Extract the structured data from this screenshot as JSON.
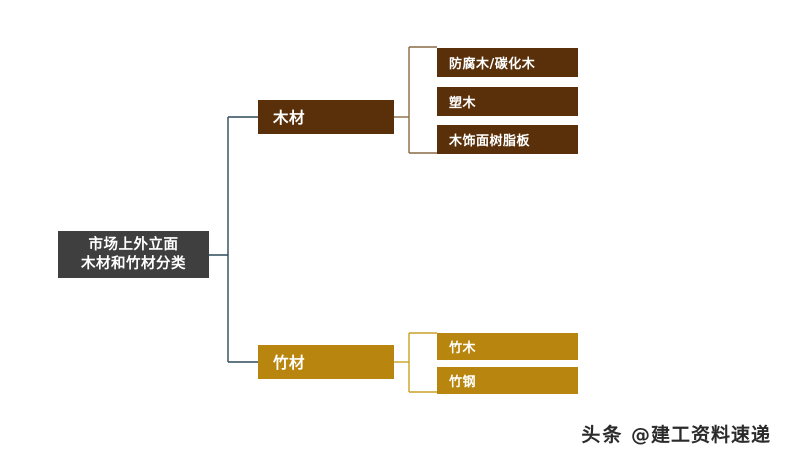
{
  "diagram": {
    "type": "tree-diagram",
    "root": {
      "label_line1": "市场上外立面",
      "label_line2": "木材和竹材分类",
      "color": "#3f3f3f"
    },
    "branches": [
      {
        "label": "木材",
        "color": "#5a300a",
        "children": [
          {
            "label": "防腐木/碳化木"
          },
          {
            "label": "塑木"
          },
          {
            "label": "木饰面树脂板"
          }
        ]
      },
      {
        "label": "竹材",
        "color": "#b8860f",
        "children": [
          {
            "label": "竹木"
          },
          {
            "label": "竹钢"
          }
        ]
      }
    ],
    "connector_color_trunk": "#2d4a5a",
    "connector_color_wood": "#8a6a45",
    "connector_color_bamboo": "#c9a227"
  },
  "watermark": {
    "source": "头条",
    "handle": "@建工资料速递"
  }
}
